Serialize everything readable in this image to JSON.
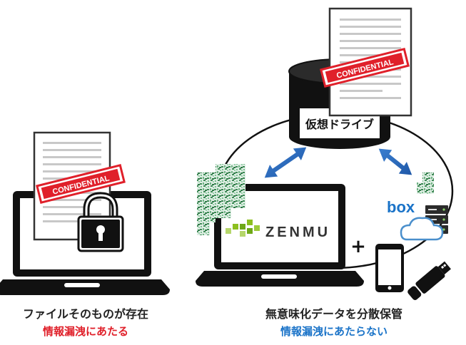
{
  "left_panel": {
    "stamp_text": "CONFIDENTIAL",
    "caption": "ファイルそのものが存在",
    "subcaption": "情報漏洩にあたる",
    "subcaption_color": "#e0202a"
  },
  "right_panel": {
    "stamp_text": "CONFIDENTIAL",
    "drive_label": "仮想ドライブ",
    "brand_name": "ZENMU",
    "brand_color": "#8cbf1f",
    "box_logo": "box",
    "box_color": "#1a73c8",
    "plus_sign": "+",
    "caption": "無意味化データを分散保管",
    "subcaption": "情報漏洩にあたらない",
    "subcaption_color": "#1a73c8"
  },
  "icons": {
    "lock": "padlock-icon",
    "cloud": "cloud-icon",
    "server": "server-rack-icon",
    "smartphone": "smartphone-icon",
    "usb": "usb-drive-icon",
    "arrow": "double-arrow-icon"
  }
}
